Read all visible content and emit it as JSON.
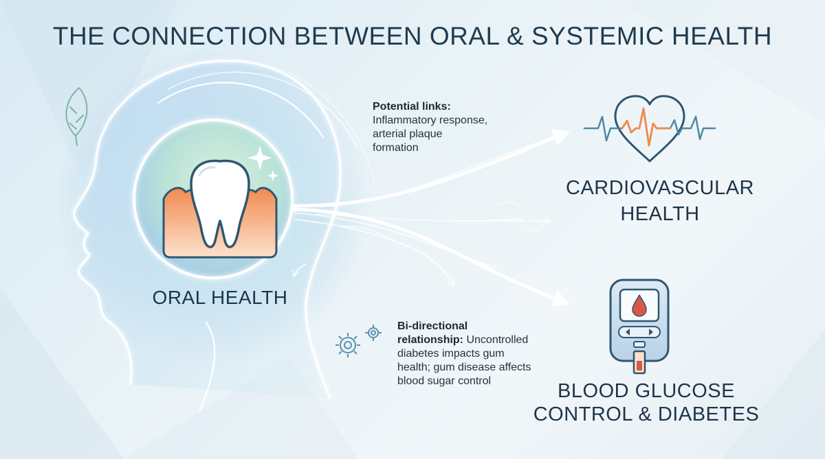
{
  "title": "THE CONNECTION BETWEEN ORAL & SYSTEMIC HEALTH",
  "oral": {
    "label": "ORAL HEALTH"
  },
  "cardio": {
    "label_line1": "CARDIOVASCULAR",
    "label_line2": "HEALTH"
  },
  "glucose": {
    "label_line1": "BLOOD GLUCOSE",
    "label_line2": "CONTROL & DIABETES"
  },
  "notes": {
    "links_heading": "Potential links:",
    "links_line1": "Inflammatory response,",
    "links_line2": "arterial plaque",
    "links_line3": "formation",
    "bidir_heading1": "Bi-directional",
    "bidir_heading2": "relationship:",
    "bidir_text_line2": "Uncontrolled",
    "bidir_line3": "diabetes impacts gum",
    "bidir_line4": "health; gum disease affects",
    "bidir_line5": "blood sugar control"
  },
  "icons": {
    "leaf": "leaf-icon",
    "tooth": "tooth-icon",
    "sparkle": "sparkle-icon",
    "heart": "heart-pulse-icon",
    "glucose_meter": "glucose-meter-icon",
    "gears": "gears-icon"
  },
  "colors": {
    "title": "#1f3b4f",
    "accent_orange": "#f08a4b",
    "accent_teal": "#4a8aa6",
    "glow": "#ffffff",
    "blood": "#d9574a"
  }
}
